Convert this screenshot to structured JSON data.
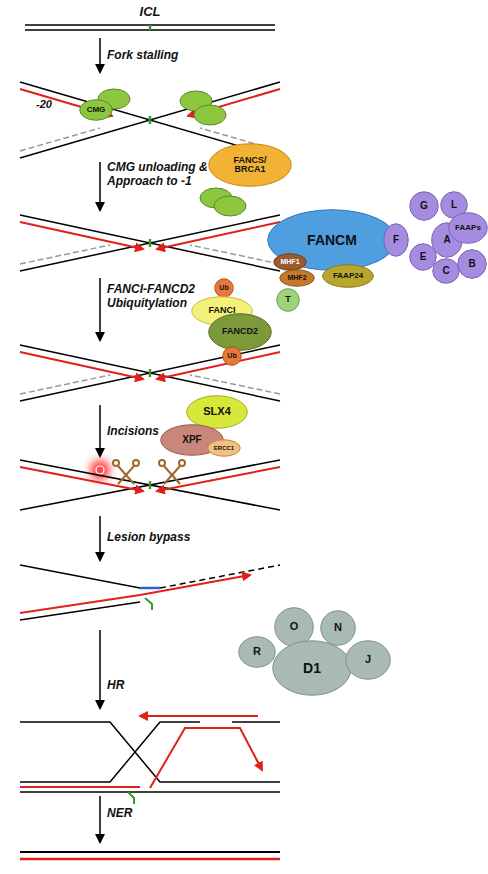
{
  "diagram": {
    "title": "ICL",
    "nodes": [
      {
        "text": [
          "CMG"
        ]
      },
      {
        "text": [
          "FANCS/ BRCA1"
        ]
      },
      {
        "text": [
          "FANCM"
        ]
      },
      {
        "text": [
          "MHF1"
        ]
      },
      {
        "text": [
          "MHF2"
        ]
      },
      {
        "text": [
          "FAAP24"
        ]
      },
      {
        "text": [
          "F"
        ]
      },
      {
        "text": [
          "G"
        ]
      },
      {
        "text": [
          "L"
        ]
      },
      {
        "text": [
          "A"
        ]
      },
      {
        "text": [
          "FAAPs"
        ]
      },
      {
        "text": [
          "E"
        ]
      },
      {
        "text": [
          "C"
        ]
      },
      {
        "text": [
          "B"
        ]
      },
      {
        "text": [
          "Ub"
        ]
      },
      {
        "text": [
          "FANCI"
        ]
      },
      {
        "text": [
          "FANCD2"
        ]
      },
      {
        "text": [
          "T"
        ]
      },
      {
        "text": [
          "Ub"
        ]
      },
      {
        "text": [
          "SLX4"
        ]
      },
      {
        "text": [
          "XPF"
        ]
      },
      {
        "text": [
          "ERCC1"
        ]
      },
      {
        "text": [
          "O"
        ]
      },
      {
        "text": [
          "N"
        ]
      },
      {
        "text": [
          "R"
        ]
      },
      {
        "text": [
          "D1"
        ]
      },
      {
        "text": [
          "J"
        ]
      }
    ],
    "labels": [
      "-20",
      "Fork stalling",
      "CMG unloading & Approach to -1",
      "FANCI-FANCD2 Ubiquitylation",
      "Incisions",
      "Lesion bypass",
      "HR",
      "NER"
    ]
  }
}
